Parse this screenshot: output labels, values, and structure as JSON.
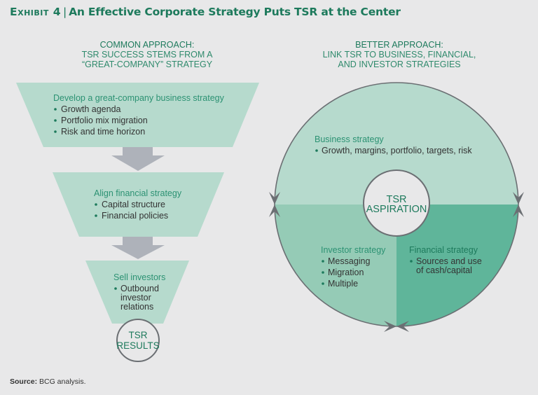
{
  "title": {
    "exhibit": "Exhibit 4",
    "separator": "|",
    "text": "An Effective Corporate Strategy Puts TSR at the Center"
  },
  "left": {
    "heading": [
      "COMMON APPROACH:",
      "TSR SUCCESS STEMS FROM A",
      "“GREAT-COMPANY” STRATEGY"
    ],
    "stages": [
      {
        "title": "Develop a great-company business strategy",
        "bullets": [
          "Growth agenda",
          "Portfolio mix migration",
          "Risk and time horizon"
        ]
      },
      {
        "title": "Align financial strategy",
        "bullets": [
          "Capital structure",
          "Financial policies"
        ]
      },
      {
        "title": "Sell investors",
        "bullets": [
          "Outbound",
          "investor",
          "relations"
        ]
      }
    ],
    "result": [
      "TSR",
      "RESULTS"
    ]
  },
  "right": {
    "heading": [
      "BETTER APPROACH:",
      "LINK TSR TO BUSINESS, FINANCIAL,",
      "AND INVESTOR STRATEGIES"
    ],
    "business": {
      "title": "Business strategy",
      "bullets": [
        "Growth, margins, portfolio, targets, risk"
      ]
    },
    "investor": {
      "title": "Investor strategy",
      "bullets": [
        "Messaging",
        "Migration",
        "Multiple"
      ]
    },
    "financial": {
      "title": "Financial strategy",
      "bullets": [
        "Sources and use",
        "of cash/capital"
      ]
    },
    "center": [
      "TSR",
      "ASPIRATION"
    ]
  },
  "colors": {
    "background": "#e8e8e9",
    "brand_green": "#1d7a5c",
    "light_teal": "#b6dacd",
    "mid_teal": "#95cbb6",
    "dark_teal": "#5fb59a",
    "arrow_gray": "#aeb2ba",
    "outline_gray": "#6b6f73"
  },
  "source": {
    "label": "Source:",
    "text": "BCG analysis."
  }
}
